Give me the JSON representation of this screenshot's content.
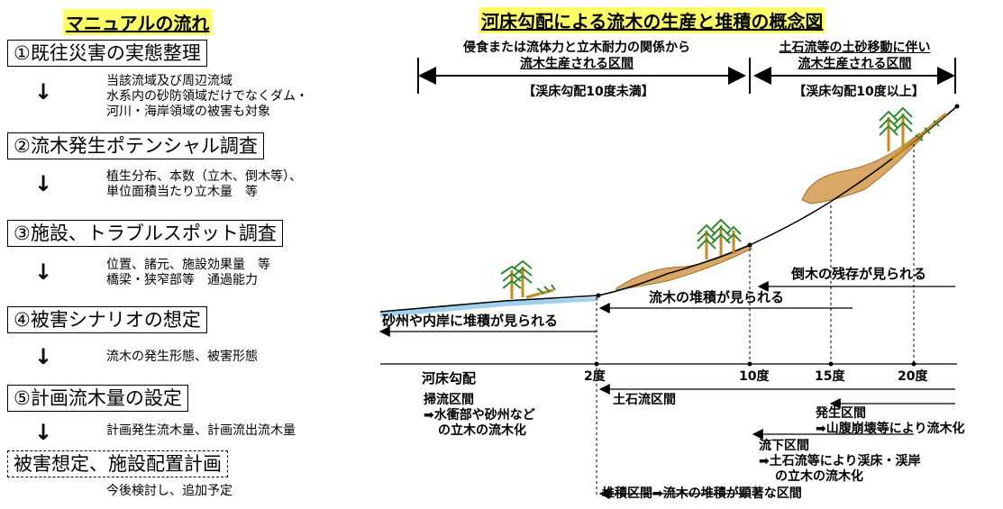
{
  "left": {
    "title": "マニュアルの流れ",
    "steps": [
      {
        "label": "①既往災害の実態整理",
        "notes": [
          "当該流域及び周辺流域",
          "水系内の砂防領域だけでなくダム・",
          "河川・海岸領域の被害も対象"
        ]
      },
      {
        "label": "②流木発生ポテンシャル調査",
        "notes": [
          "植生分布、本数（立木、倒木等）、",
          "単位面積当たり立木量　等"
        ]
      },
      {
        "label": "③施設、トラブルスポット調査",
        "notes": [
          "位置、諸元、施設効果量　等",
          "橋梁・狭窄部等　通過能力"
        ]
      },
      {
        "label": "④被害シナリオの想定",
        "notes": [
          "流木の発生形態、被害形態"
        ]
      },
      {
        "label": "⑤計画流木量の設定",
        "notes": [
          "計画発生流木量、計画流出流木量"
        ]
      },
      {
        "label": "被害想定、施設配置計画",
        "notes": [
          "今後検討し、追加予定"
        ]
      }
    ]
  },
  "right": {
    "title": "河床勾配による流木の生産と堆積の概念図",
    "zone_left": {
      "line1": "侵食または流体力と立木耐力の関係から",
      "line2": "流木生産される区間",
      "slope": "【渓床勾配10度未満】"
    },
    "zone_right": {
      "line1": "土石流等の土砂移動に伴い",
      "line2": "流木生産される区間",
      "slope": "【渓床勾配10度以上】"
    },
    "arrows": {
      "fallen_trees": "倒木の残存が見られる",
      "deposit": "流木の堆積が見られる",
      "sandbar": "砂州や内岸に堆積が見られる"
    },
    "axis": {
      "label": "河床勾配",
      "ticks": [
        "2度",
        "10度",
        "15度",
        "20度"
      ]
    },
    "sections": {
      "sweep_title": "掃流区間",
      "sweep_l1": "➡水衝部や砂州など",
      "sweep_l2": "の立木の流木化",
      "debris": "土石流区間",
      "gen_title": "発生区間",
      "gen_l1": "➡山腹崩壊等により流木化",
      "flow_title": "流下区間",
      "flow_l1": "➡土石流等により渓床・渓岸",
      "flow_l2": "の立木の流木化",
      "dep": "堆積区間➡流木の堆積が顕著な区間"
    },
    "colors": {
      "trunk": "#c8891e",
      "tree": "#2e8b2e",
      "sediment": "#d9a866",
      "water": "#9fd0ee",
      "highlight": "#ffff66"
    }
  }
}
